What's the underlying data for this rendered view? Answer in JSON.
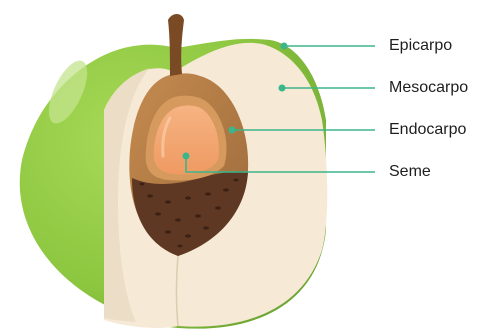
{
  "labels": {
    "epicarpo": "Epicarpo",
    "mesocarpo": "Mesocarpo",
    "endocarpo": "Endocarpo",
    "seme": "Seme"
  },
  "colors": {
    "epicarp_green": "#8cc63f",
    "epicarp_shadow": "#6fa634",
    "mesocarp_cream": "#f6ead7",
    "endocarp_brown": "#b07a45",
    "endocarp_dark": "#5e3823",
    "seed_orange": "#f3a56f",
    "stem_brown": "#7a4a25",
    "leader_green": "#3bb58a"
  }
}
